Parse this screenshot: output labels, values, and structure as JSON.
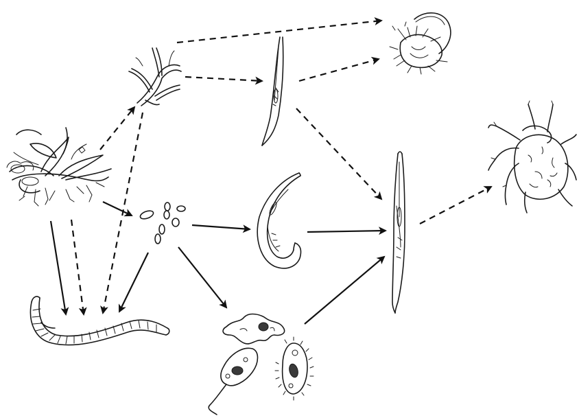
{
  "diagram": {
    "nodes": [
      {
        "id": "plant",
        "icon": "plant-litter-icon"
      },
      {
        "id": "fungi",
        "icon": "fungal-hyphae-icon"
      },
      {
        "id": "bacteria",
        "icon": "bacteria-cells-icon"
      },
      {
        "id": "earthworm",
        "icon": "earthworm-icon"
      },
      {
        "id": "fungal-feeding-nematode",
        "icon": "nematode-icon"
      },
      {
        "id": "bacterial-feeding-nematode",
        "icon": "curled-nematode-icon"
      },
      {
        "id": "protozoa",
        "icon": "protozoa-icon"
      },
      {
        "id": "predatory-nematode",
        "icon": "predatory-nematode-icon"
      },
      {
        "id": "springtail",
        "icon": "springtail-icon"
      },
      {
        "id": "mite",
        "icon": "mite-icon"
      }
    ],
    "edges": [
      {
        "from": "plant",
        "to": "fungi",
        "style": "dashed"
      },
      {
        "from": "plant",
        "to": "bacteria",
        "style": "solid"
      },
      {
        "from": "plant",
        "to": "earthworm",
        "style": "solid"
      },
      {
        "from": "plant",
        "to": "earthworm",
        "style": "dashed"
      },
      {
        "from": "fungi",
        "to": "earthworm",
        "style": "dashed"
      },
      {
        "from": "fungi",
        "to": "springtail",
        "style": "dashed"
      },
      {
        "from": "fungi",
        "to": "fungal-feeding-nematode",
        "style": "dashed"
      },
      {
        "from": "fungal-feeding-nematode",
        "to": "springtail",
        "style": "dashed"
      },
      {
        "from": "fungal-feeding-nematode",
        "to": "predatory-nematode",
        "style": "dashed"
      },
      {
        "from": "bacteria",
        "to": "earthworm",
        "style": "solid"
      },
      {
        "from": "bacteria",
        "to": "bacterial-feeding-nematode",
        "style": "solid"
      },
      {
        "from": "bacteria",
        "to": "protozoa",
        "style": "solid"
      },
      {
        "from": "bacterial-feeding-nematode",
        "to": "predatory-nematode",
        "style": "solid"
      },
      {
        "from": "protozoa",
        "to": "predatory-nematode",
        "style": "solid"
      },
      {
        "from": "predatory-nematode",
        "to": "mite",
        "style": "dashed"
      }
    ]
  }
}
